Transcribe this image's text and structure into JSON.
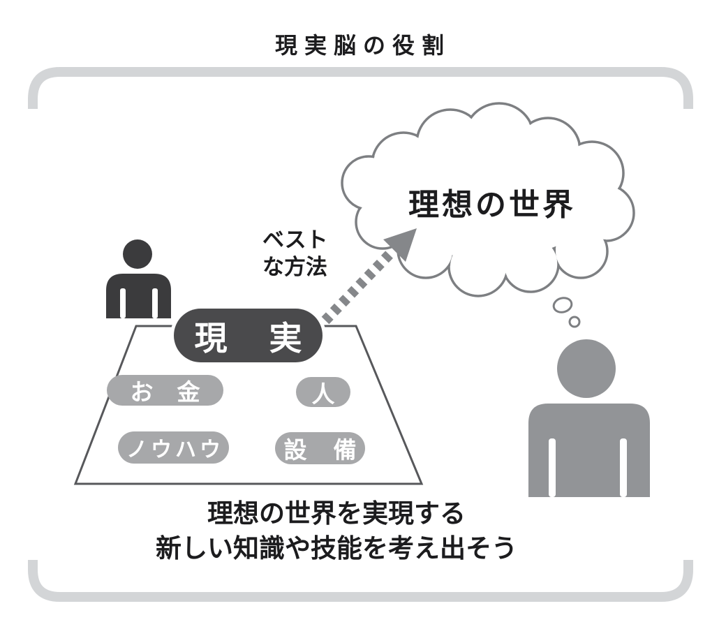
{
  "title": "現実脳の役割",
  "bubble": {
    "label": "理想の世界"
  },
  "method_label": "ベスト\nな方法",
  "reality": {
    "label": "現実",
    "resources": [
      {
        "label": "お金"
      },
      {
        "label": "人"
      },
      {
        "label": "ノウハウ"
      },
      {
        "label": "設備"
      }
    ]
  },
  "caption": "理想の世界を実現する\n新しい知識や技能を考え出そう",
  "colors": {
    "frame": "#d3d5d7",
    "cloud_outline": "#7d7f82",
    "arrow": "#85878a",
    "person_dark": "#3b3b3d",
    "reality_pill": "#4a4a4c",
    "resource_pill": "#a7a8aa",
    "person_gray": "#929497",
    "trapezoid_outline": "#57585b",
    "text": "#1c1c1e"
  }
}
